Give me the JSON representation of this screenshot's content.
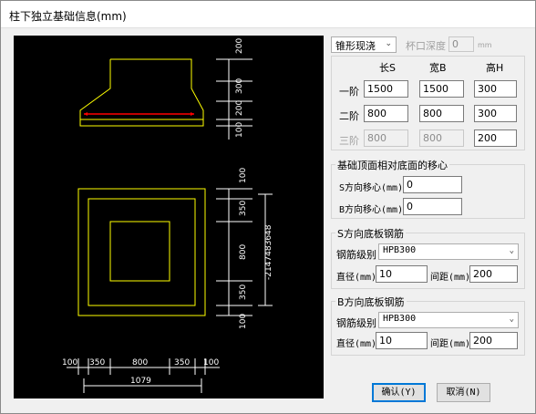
{
  "window": {
    "title": "柱下独立基础信息(mm)"
  },
  "drawing": {
    "top_dims": [
      "200",
      "300",
      "200",
      "100"
    ],
    "plan_dims_right": [
      "100",
      "350",
      "800",
      "350",
      "100"
    ],
    "plan_total_right": "-2147483648",
    "plan_dims_bottom": [
      "100",
      "350",
      "800",
      "350",
      "100"
    ],
    "plan_total_bottom": "1079",
    "colors": {
      "outline": "#ffff00",
      "rebar": "#ff0000",
      "dim": "#ffffff"
    }
  },
  "type_select": {
    "value": "锥形现浇"
  },
  "cup_depth": {
    "label": "杯口深度",
    "value": "0",
    "unit": "mm"
  },
  "steps": {
    "headers": [
      "长S",
      "宽B",
      "高H"
    ],
    "rows": [
      {
        "label": "一阶",
        "s": "1500",
        "b": "1500",
        "h": "300"
      },
      {
        "label": "二阶",
        "s": "800",
        "b": "800",
        "h": "300"
      },
      {
        "label": "三阶",
        "s": "800",
        "b": "800",
        "h": "200"
      }
    ]
  },
  "offset": {
    "title": "基础顶面相对底面的移心",
    "s_label": "S方向移心(mm)",
    "s_value": "0",
    "b_label": "B方向移心(mm)",
    "b_value": "0"
  },
  "s_rebar": {
    "title": "S方向底板钢筋",
    "grade_label": "钢筋级别",
    "grade": "HPB300",
    "dia_label": "直径(mm)",
    "dia": "10",
    "spacing_label": "间距(mm)",
    "spacing": "200"
  },
  "b_rebar": {
    "title": "B方向底板钢筋",
    "grade_label": "钢筋级别",
    "grade": "HPB300",
    "dia_label": "直径(mm)",
    "dia": "10",
    "spacing_label": "间距(mm)",
    "spacing": "200"
  },
  "buttons": {
    "ok": "确认(Y)",
    "cancel": "取消(N)"
  }
}
